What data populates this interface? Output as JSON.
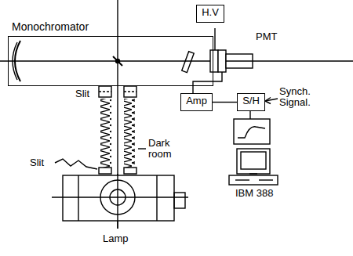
{
  "diagram": {
    "nodes": [
      {
        "text": [
          "Monochromator"
        ]
      },
      {
        "text": [
          "H.V"
        ]
      },
      {
        "text": [
          "Amp"
        ]
      },
      {
        "text": [
          "S/H"
        ]
      }
    ],
    "edges": [
      {
        "from": 2,
        "to": 3,
        "arrow": "none"
      }
    ],
    "labels": [
      "PMT",
      "Synch. Signal.",
      "Slit",
      "Slit",
      "Dark room",
      "Lamp",
      "IBM 388"
    ]
  }
}
